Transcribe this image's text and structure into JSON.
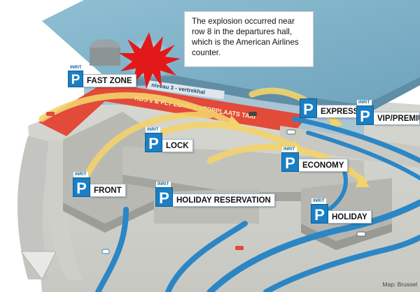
{
  "callout": {
    "text": "The explosion occurred near row 8 in the departures hall, which is the American Airlines counter."
  },
  "road_sign_text": "KDS's & FLY ZONE & STOPPLAATS TAXI",
  "hall_sign_text": "niveau 3 - vertrekhal",
  "parking": {
    "inrit_label": "INRIT",
    "p_letter": "P",
    "fast_zone": "FAST ZONE",
    "express": "EXPRESS",
    "vip": "VIP/PREMIU",
    "lock": "LOCK",
    "economy": "ECONOMY",
    "front": "FRONT",
    "holiday_reservation": "HOLIDAY RESERVATION",
    "holiday": "HOLIDAY"
  },
  "credit": "Map: Brussel",
  "colors": {
    "sky_blue_roof": "#7fb2c9",
    "road_blue": "#2b86c5",
    "departure_lane_red": "#e24a3a",
    "flow_arrow_yellow": "#f3d36b",
    "parking_sign_blue": "#1a7fc4",
    "explosion_red": "#e2191b",
    "building_grey": "#b9b9b4"
  },
  "icons": {
    "explosion": "explosion-starburst-icon",
    "parking": "parking-p-icon"
  }
}
